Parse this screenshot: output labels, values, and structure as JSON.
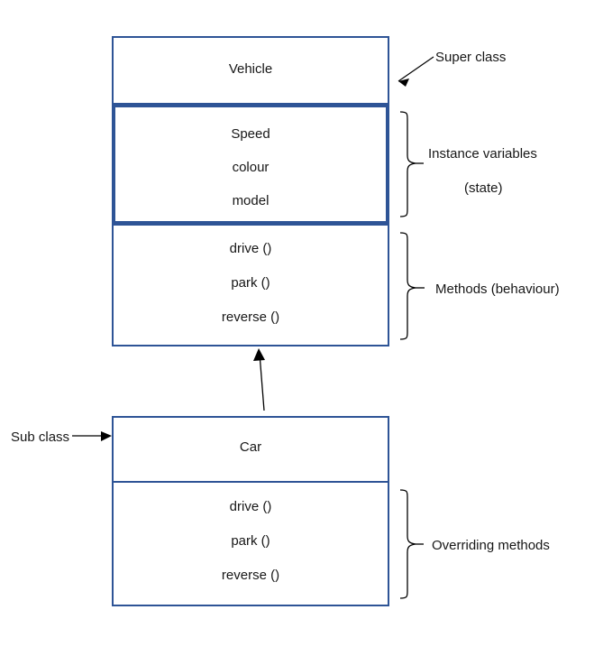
{
  "diagram": {
    "title_text": "",
    "colors": {
      "box_border": "#2E5496",
      "text": "#171717",
      "connector": "#000000",
      "background": "#FFFFFF"
    },
    "superclass": {
      "name_label": "Vehicle",
      "attributes": [
        "Speed",
        "colour",
        "model"
      ],
      "methods": [
        "drive ()",
        "park ()",
        "reverse ()"
      ]
    },
    "subclass": {
      "name_label": "Car",
      "methods": [
        "drive ()",
        "park ()",
        "reverse ()"
      ]
    },
    "annotations": {
      "super_class": "Super class",
      "instance_variables": "Instance variables",
      "instance_variables_sub": "(state)",
      "methods_behaviour": "Methods (behaviour)",
      "sub_class": "Sub class",
      "overriding_methods": "Overriding methods"
    }
  }
}
